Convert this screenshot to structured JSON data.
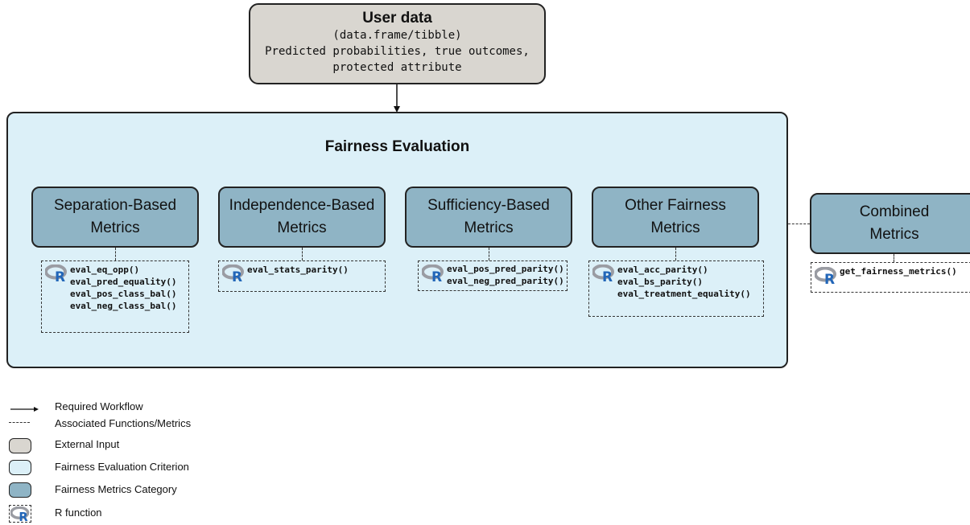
{
  "user_data": {
    "title": "User data",
    "lines": [
      "(data.frame/tibble)",
      "Predicted probabilities, true outcomes,",
      "protected attribute"
    ]
  },
  "fairness_evaluation": {
    "title": "Fairness Evaluation"
  },
  "categories": [
    {
      "line1": "Separation-Based",
      "line2": "Metrics",
      "functions": [
        "eval_eq_opp()",
        "eval_pred_equality()",
        "eval_pos_class_bal()",
        "eval_neg_class_bal()"
      ]
    },
    {
      "line1": "Independence-Based",
      "line2": "Metrics",
      "functions": [
        "eval_stats_parity()"
      ]
    },
    {
      "line1": "Sufficiency-Based",
      "line2": "Metrics",
      "functions": [
        "eval_pos_pred_parity()",
        "eval_neg_pred_parity()"
      ]
    },
    {
      "line1": "Other Fairness",
      "line2": "Metrics",
      "functions": [
        "eval_acc_parity()",
        "eval_bs_parity()",
        "eval_treatment_equality()"
      ]
    }
  ],
  "combined": {
    "line1": "Combined",
    "line2": "Metrics",
    "functions": [
      "get_fairness_metrics()"
    ]
  },
  "legend": [
    "Required Workflow",
    "Associated Functions/Metrics",
    "External Input",
    "Fairness Evaluation Criterion",
    "Fairness Metrics Category",
    "R function"
  ],
  "colors": {
    "external_input": "#d9d6d0",
    "evaluation_criterion": "#dcf0f8",
    "metrics_category": "#8fb4c5",
    "r_logo_ring": "#9a9ca3",
    "r_logo_letter": "#2266b8"
  }
}
